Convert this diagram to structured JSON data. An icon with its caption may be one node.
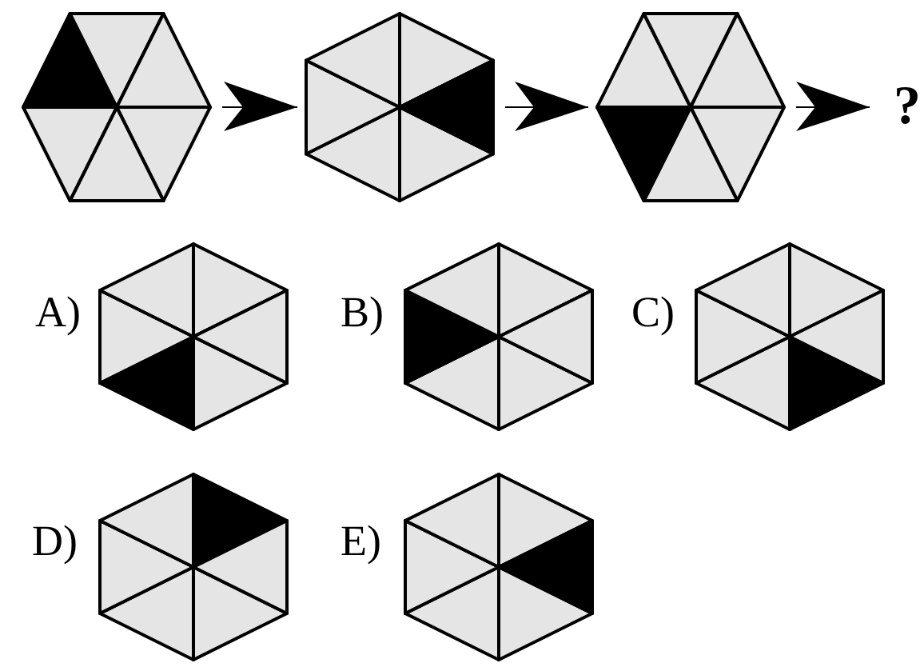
{
  "diagram": {
    "nodes": [
      {
        "text": [],
        "shape": "hexagon"
      },
      {
        "text": [],
        "shape": "hexagon"
      },
      {
        "text": [],
        "shape": "hexagon"
      },
      {
        "text": [
          "?"
        ]
      },
      {
        "text": [],
        "shape": "hexagon",
        "beside": [
          "A)"
        ]
      },
      {
        "text": [],
        "shape": "hexagon",
        "beside": [
          "B)"
        ]
      },
      {
        "text": [],
        "shape": "hexagon",
        "beside": [
          "C)"
        ]
      },
      {
        "text": [],
        "shape": "hexagon",
        "beside": [
          "D)"
        ]
      },
      {
        "text": [],
        "shape": "hexagon",
        "beside": [
          "E)"
        ]
      }
    ],
    "edges": [
      {
        "from": 0,
        "to": 1,
        "arrow": "to"
      },
      {
        "from": 1,
        "to": 2,
        "arrow": "to"
      },
      {
        "from": 2,
        "to": 3,
        "arrow": "to"
      }
    ]
  }
}
